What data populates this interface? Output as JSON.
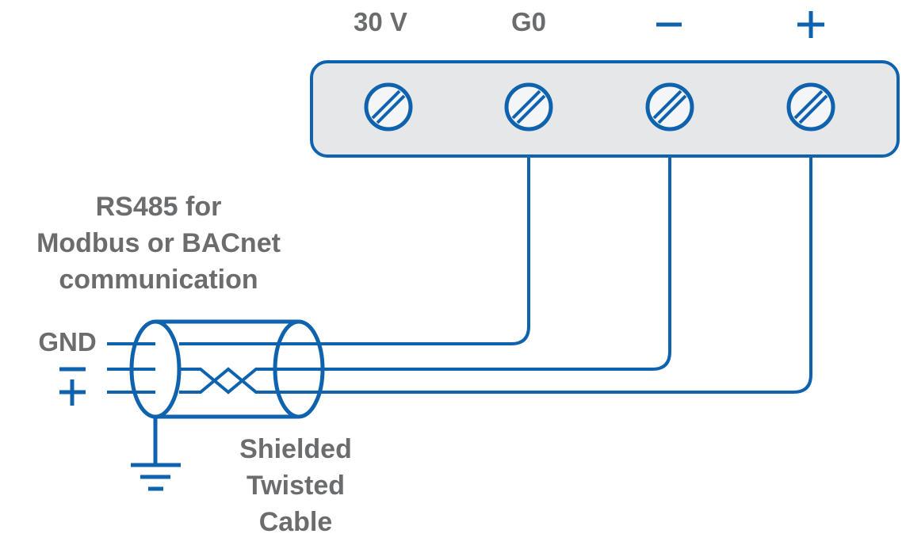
{
  "colors": {
    "blue": "#0F63AE",
    "gray_text": "#6B6C6E",
    "block_fill": "#E6E7E8",
    "screw_fill": "#F4F5F6"
  },
  "terminal_block": {
    "labels": {
      "power": "30 V",
      "ground": "G0",
      "minus": "−",
      "plus": "+"
    },
    "terminal_count": "4"
  },
  "annotations": {
    "rs485": [
      "RS485 for",
      "Modbus or BACnet",
      "communication"
    ],
    "cable_caption": [
      "Shielded",
      "Twisted",
      "Cable"
    ]
  },
  "cable": {
    "gnd_label": "GND",
    "minus_label": "−",
    "plus_label": "+"
  }
}
